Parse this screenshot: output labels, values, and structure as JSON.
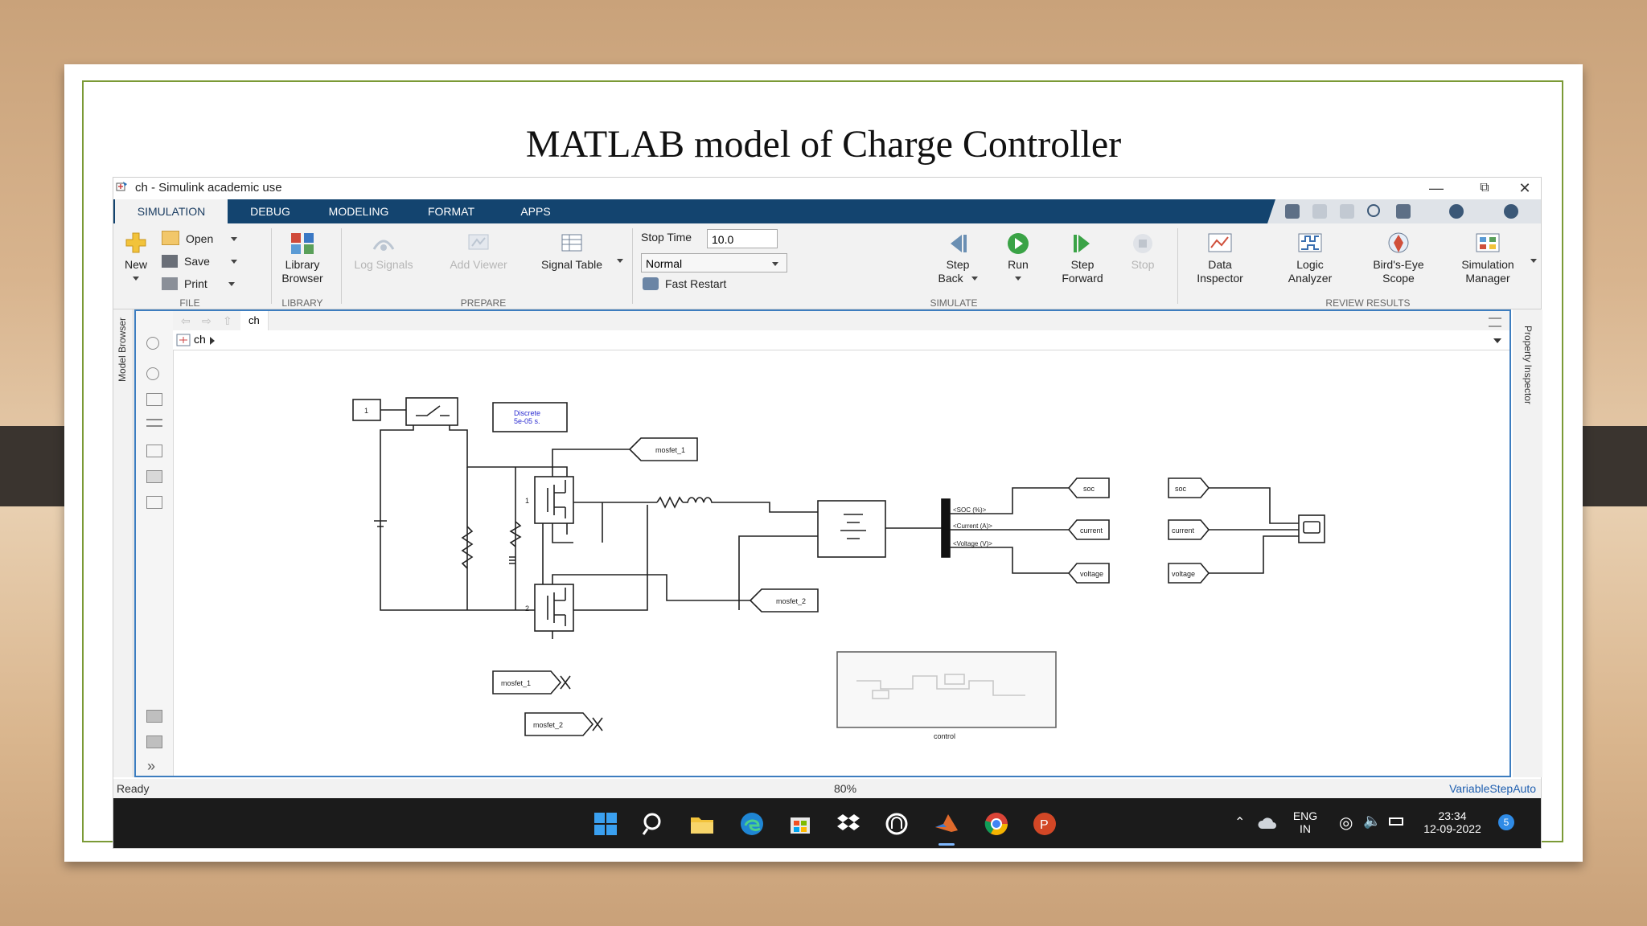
{
  "slide": {
    "title": "MATLAB model of Charge Controller"
  },
  "window": {
    "title": "ch - Simulink academic use"
  },
  "tabs": [
    "SIMULATION",
    "DEBUG",
    "MODELING",
    "FORMAT",
    "APPS"
  ],
  "ribbon": {
    "file": {
      "new": "New",
      "open": "Open",
      "save": "Save",
      "print": "Print",
      "section": "FILE"
    },
    "library": {
      "browser": "Library Browser",
      "section": "LIBRARY"
    },
    "prepare": {
      "log_signals": "Log Signals",
      "add_viewer": "Add Viewer",
      "signal_table": "Signal Table",
      "section": "PREPARE"
    },
    "simulate": {
      "stop_time_label": "Stop Time",
      "stop_time_value": "10.0",
      "mode": "Normal",
      "fast_restart": "Fast Restart",
      "step_back": "Step Back",
      "run": "Run",
      "step_forward": "Step Forward",
      "stop": "Stop",
      "section": "SIMULATE"
    },
    "review": {
      "data_inspector": "Data Inspector",
      "logic_analyzer": "Logic Analyzer",
      "birds_eye": "Bird's-Eye Scope",
      "sim_manager": "Simulation Manager",
      "section": "REVIEW RESULTS"
    }
  },
  "side": {
    "model_browser": "Model Browser",
    "property_inspector": "Property Inspector"
  },
  "canvas": {
    "path_tab": "ch",
    "breadcrumb": "ch"
  },
  "diagram": {
    "constant": "1",
    "powergui": [
      "Discrete",
      "5e-05 s."
    ],
    "goto_mosfet1": "mosfet_1",
    "goto_mosfet2": "mosfet_2",
    "bus_labels": [
      "<SOC (%)>",
      "<Current (A)>",
      "<Voltage (V)>"
    ],
    "tags_out": [
      "soc",
      "current",
      "voltage"
    ],
    "tags_in": [
      "soc",
      "current",
      "voltage"
    ],
    "from_mosfet1": "mosfet_1",
    "from_mosfet2": "mosfet_2",
    "port_1": "1",
    "port_2": "2",
    "subsystem": "control"
  },
  "status": {
    "left": "Ready",
    "zoom": "80%",
    "solver": "VariableStepAuto"
  },
  "taskbar": {
    "lang": "ENG",
    "region": "IN",
    "time": "23:34",
    "date": "12-09-2022",
    "badge": "5"
  },
  "colors": {
    "ribbon_tab_bar": "#13446f",
    "canvas_border": "#3d7dbf",
    "slide_frame": "#7b9a36",
    "taskbar": "#1b1b1b",
    "solver_link": "#1f5fb0"
  }
}
